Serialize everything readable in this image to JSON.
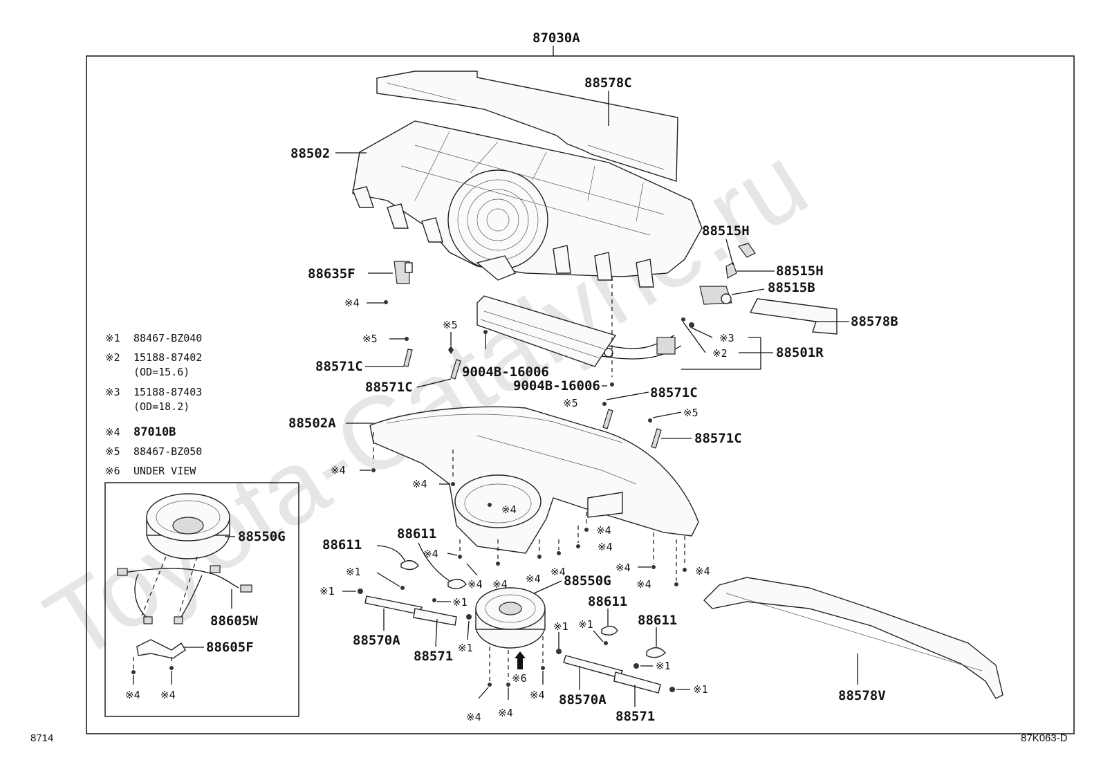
{
  "watermark": "Toyota-Catalyne.ru",
  "assembly_label": "87030A",
  "page_code": "8714",
  "figure_code": "87K063-D",
  "legend": [
    {
      "mark": "※1",
      "part": "88467-BZ040",
      "note": ""
    },
    {
      "mark": "※2",
      "part": "15188-87402",
      "note": "(OD=15.6)"
    },
    {
      "mark": "※3",
      "part": "15188-87403",
      "note": "(OD=18.2)"
    },
    {
      "mark": "※4",
      "part": "87010B",
      "note": ""
    },
    {
      "mark": "※5",
      "part": "88467-BZ050",
      "note": ""
    },
    {
      "mark": "※6",
      "part": "UNDER VIEW",
      "note": ""
    }
  ],
  "callouts": {
    "p88578C": "88578C",
    "p88502": "88502",
    "p88515H_a": "88515H",
    "p88515H_b": "88515H",
    "p88515B": "88515B",
    "p88578B": "88578B",
    "p88635F": "88635F",
    "p88501R": "88501R",
    "p88571C_a": "88571C",
    "p88571C_b": "88571C",
    "p88571C_c": "88571C",
    "p88571C_d": "88571C",
    "p9004B_a": "9004B-16006",
    "p9004B_b": "9004B-16006",
    "p88502A": "88502A",
    "p88611_a": "88611",
    "p88611_b": "88611",
    "p88611_c": "88611",
    "p88611_d": "88611",
    "p88550G_a": "88550G",
    "p88550G_b": "88550G",
    "p88605W": "88605W",
    "p88605F": "88605F",
    "p88570A_a": "88570A",
    "p88570A_b": "88570A",
    "p88571_a": "88571",
    "p88571_b": "88571",
    "p88578V": "88578V"
  },
  "marks": {
    "m1": "※1",
    "m2": "※2",
    "m3": "※3",
    "m4": "※4",
    "m5": "※5",
    "m6": "※6"
  }
}
